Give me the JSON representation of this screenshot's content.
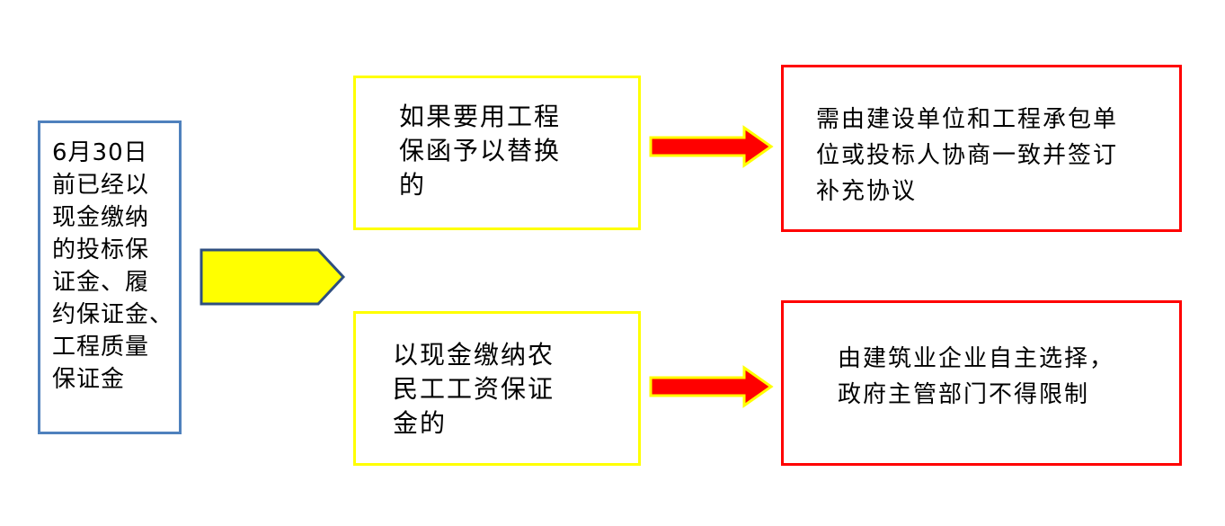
{
  "left_box": {
    "text": "6月30日\n前已经以\n现金缴纳\n的投标保\n证金、履\n约保证金、\n工程质量\n保证金"
  },
  "upper_condition": {
    "text": "如果要用工程\n保函予以替换\n的"
  },
  "lower_condition": {
    "text": "以现金缴纳农\n民工工资保证\n金的"
  },
  "upper_result": {
    "text": "需由建设单位和工程承包单\n位或投标人协商一致并签订\n补充协议"
  },
  "lower_result": {
    "text": "由建筑业企业自主选择，\n政府主管部门不得限制"
  },
  "colors": {
    "left_border": "#4f81bd",
    "pentagon_fill": "#ffff00",
    "pentagon_border": "#2f4f7f",
    "condition_border": "#ffff00",
    "result_border": "#ff0000",
    "arrow_fill": "#ff0000",
    "arrow_border": "#ffff00"
  }
}
